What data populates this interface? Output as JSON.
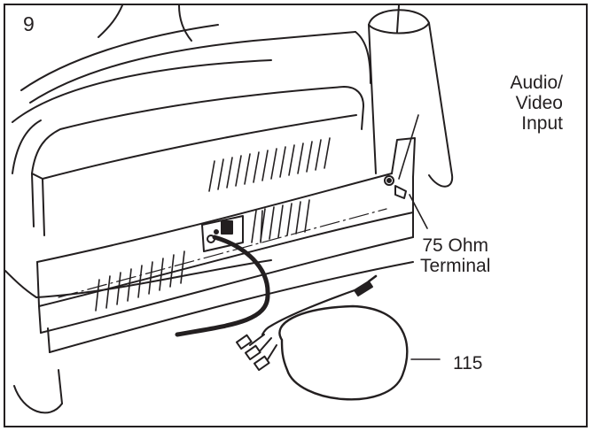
{
  "figure": {
    "step_number": "9",
    "labels": {
      "audio_video_input": [
        "Audio/",
        "Video",
        "Input"
      ],
      "ohm_terminal": [
        "75 Ohm",
        "Terminal"
      ],
      "part_number": "115"
    }
  }
}
